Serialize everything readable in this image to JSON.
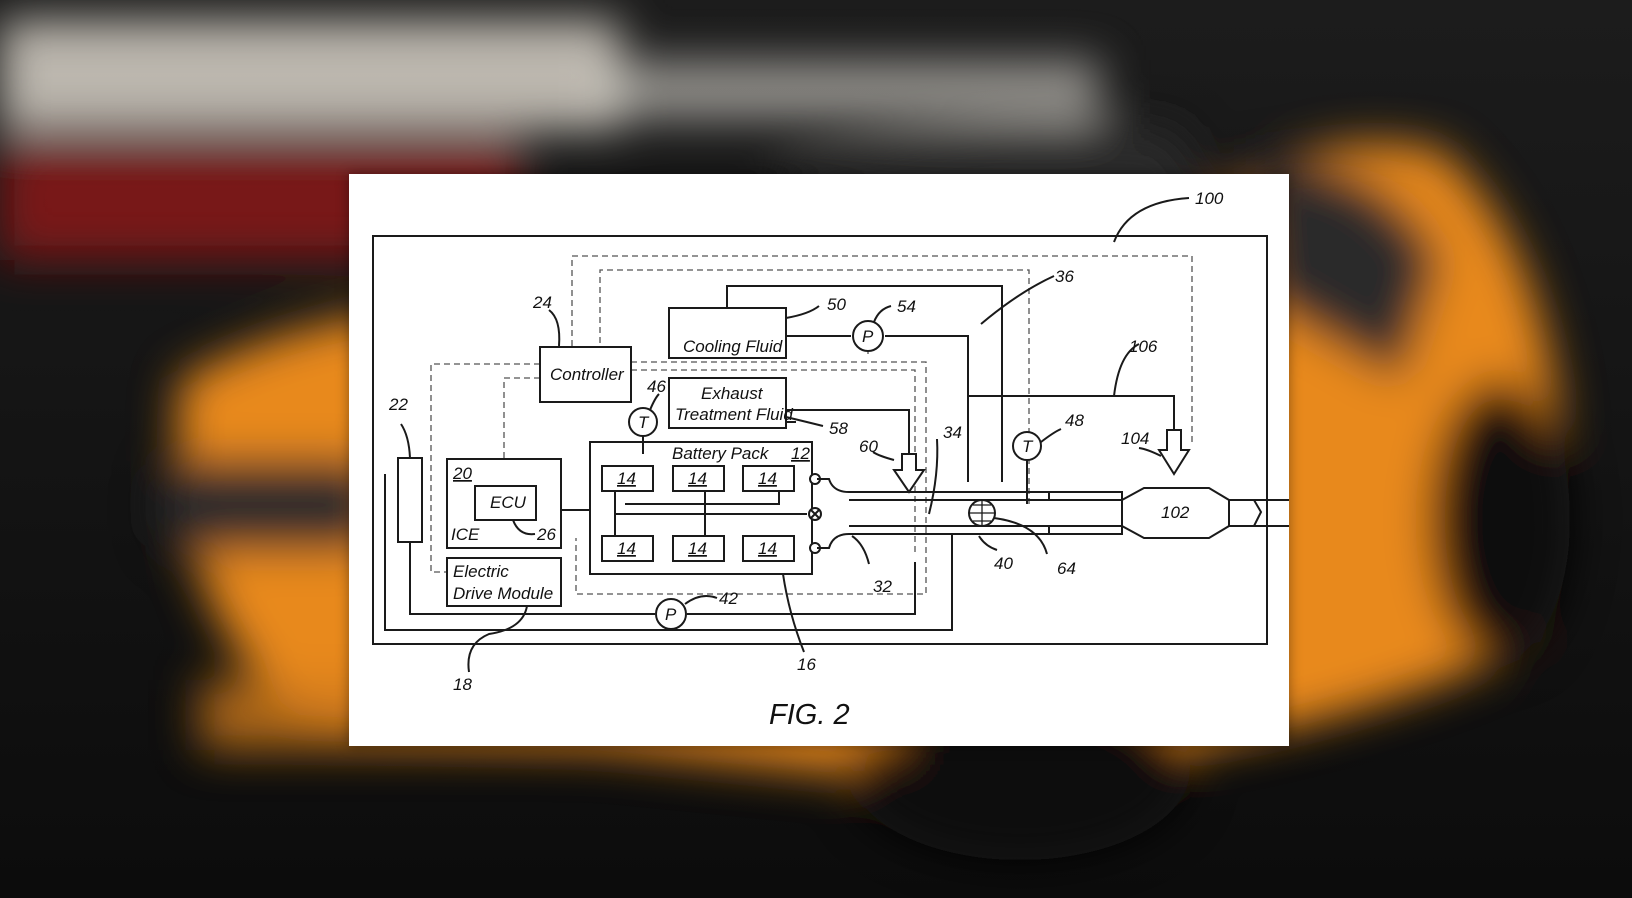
{
  "figure": {
    "caption": "FIG. 2",
    "labels": {
      "cooling_fluid": "Cooling Fluid",
      "controller": "Controller",
      "exhaust_line1": "Exhaust",
      "exhaust_line2": "Treatment Fluid",
      "battery_pack": "Battery Pack",
      "ecu": "ECU",
      "ice": "ICE",
      "edm_line1": "Electric",
      "edm_line2": "Drive Module",
      "pump": "P",
      "temp": "T"
    },
    "refs": {
      "r100": "100",
      "r36": "36",
      "r106": "106",
      "r24": "24",
      "r50": "50",
      "r54": "54",
      "r46": "46",
      "r58": "58",
      "r22": "22",
      "r60": "60",
      "r34": "34",
      "r48": "48",
      "r104": "104",
      "r12": "12",
      "r20": "20",
      "r14": "14",
      "r26": "26",
      "r102": "102",
      "r40": "40",
      "r64": "64",
      "r32": "32",
      "r42": "42",
      "r16": "16",
      "r18": "18"
    }
  },
  "colors": {
    "car_body": "#e8891f",
    "background": "#141414",
    "card": "#ffffff",
    "ink": "#1a1a1a"
  }
}
